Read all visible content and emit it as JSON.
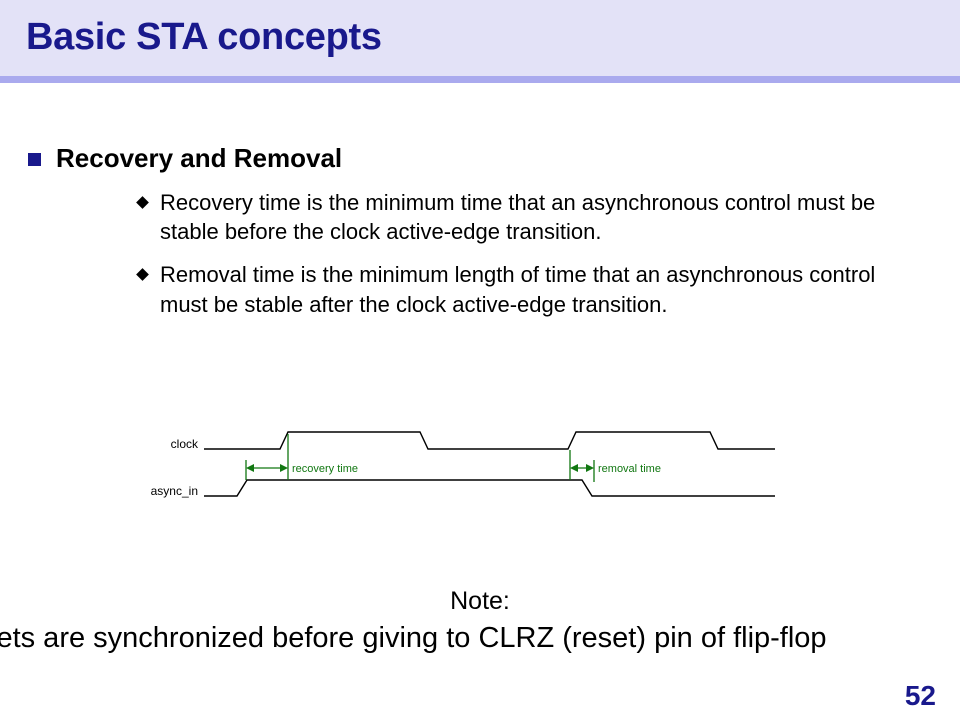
{
  "slide": {
    "title": "Basic STA concepts",
    "page_number": "52",
    "colors": {
      "title_bar_bg": "#e3e2f7",
      "title_text": "#19198c",
      "divider": "#aaaaee",
      "bullet_l1": "#19198c",
      "bullet_l2": "#000000",
      "waveform_line": "#000000",
      "annotation": "#117711",
      "page_number": "#19198c"
    }
  },
  "body": {
    "level1": [
      {
        "bullet": "square-bullet",
        "text": "Recovery and Removal",
        "level2": [
          {
            "bullet": "diamond-bullet",
            "text": "Recovery time is the minimum time that an asynchronous control must be stable before the clock active-edge transition."
          },
          {
            "bullet": "diamond-bullet",
            "text": "Removal time is the minimum length of time that an asynchronous control must be stable after the clock active-edge transition."
          }
        ]
      }
    ]
  },
  "waveform": {
    "signals": [
      {
        "label": "clock"
      },
      {
        "label": "async_in"
      }
    ],
    "annotations": [
      {
        "label": "recovery time"
      },
      {
        "label": "removal time"
      }
    ]
  },
  "note": {
    "label": "Note:",
    "text": "Such resets are synchronized before giving to CLRZ (reset) pin of flip-flop"
  }
}
